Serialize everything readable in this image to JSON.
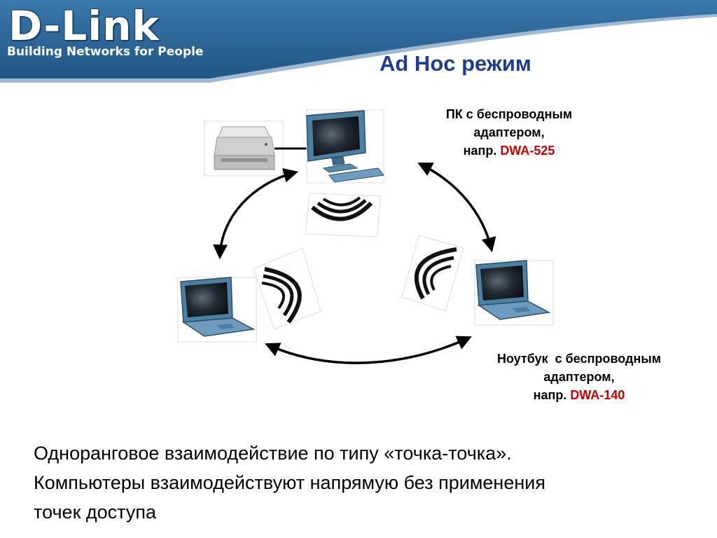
{
  "header": {
    "logo": "D-Link",
    "tagline": "Building Networks for People"
  },
  "slide": {
    "title": "Ad Hoc режим"
  },
  "labels": {
    "pc": {
      "line1": "ПК с беспроводным",
      "line2": "адаптером,",
      "line3_prefix": "напр. ",
      "model": "DWA-525"
    },
    "laptop": {
      "line1": "Ноутбук  с беспроводным",
      "line2": "адаптером,",
      "line3_prefix": "напр. ",
      "model": "DWA-140"
    }
  },
  "description": {
    "line1": "Одноранговое взаимодействие по типу «точка-точка».",
    "line2": "Компьютеры взаимодействуют напрямую без применения",
    "line3": "точек доступа"
  },
  "colors": {
    "header_blue": "#2a6496",
    "title_blue": "#1e3c96",
    "model_red": "#cc0000"
  },
  "icons": [
    "printer-icon",
    "desktop-pc-icon",
    "laptop-icon",
    "wireless-signal-icon",
    "bidirectional-arrow-icon"
  ]
}
